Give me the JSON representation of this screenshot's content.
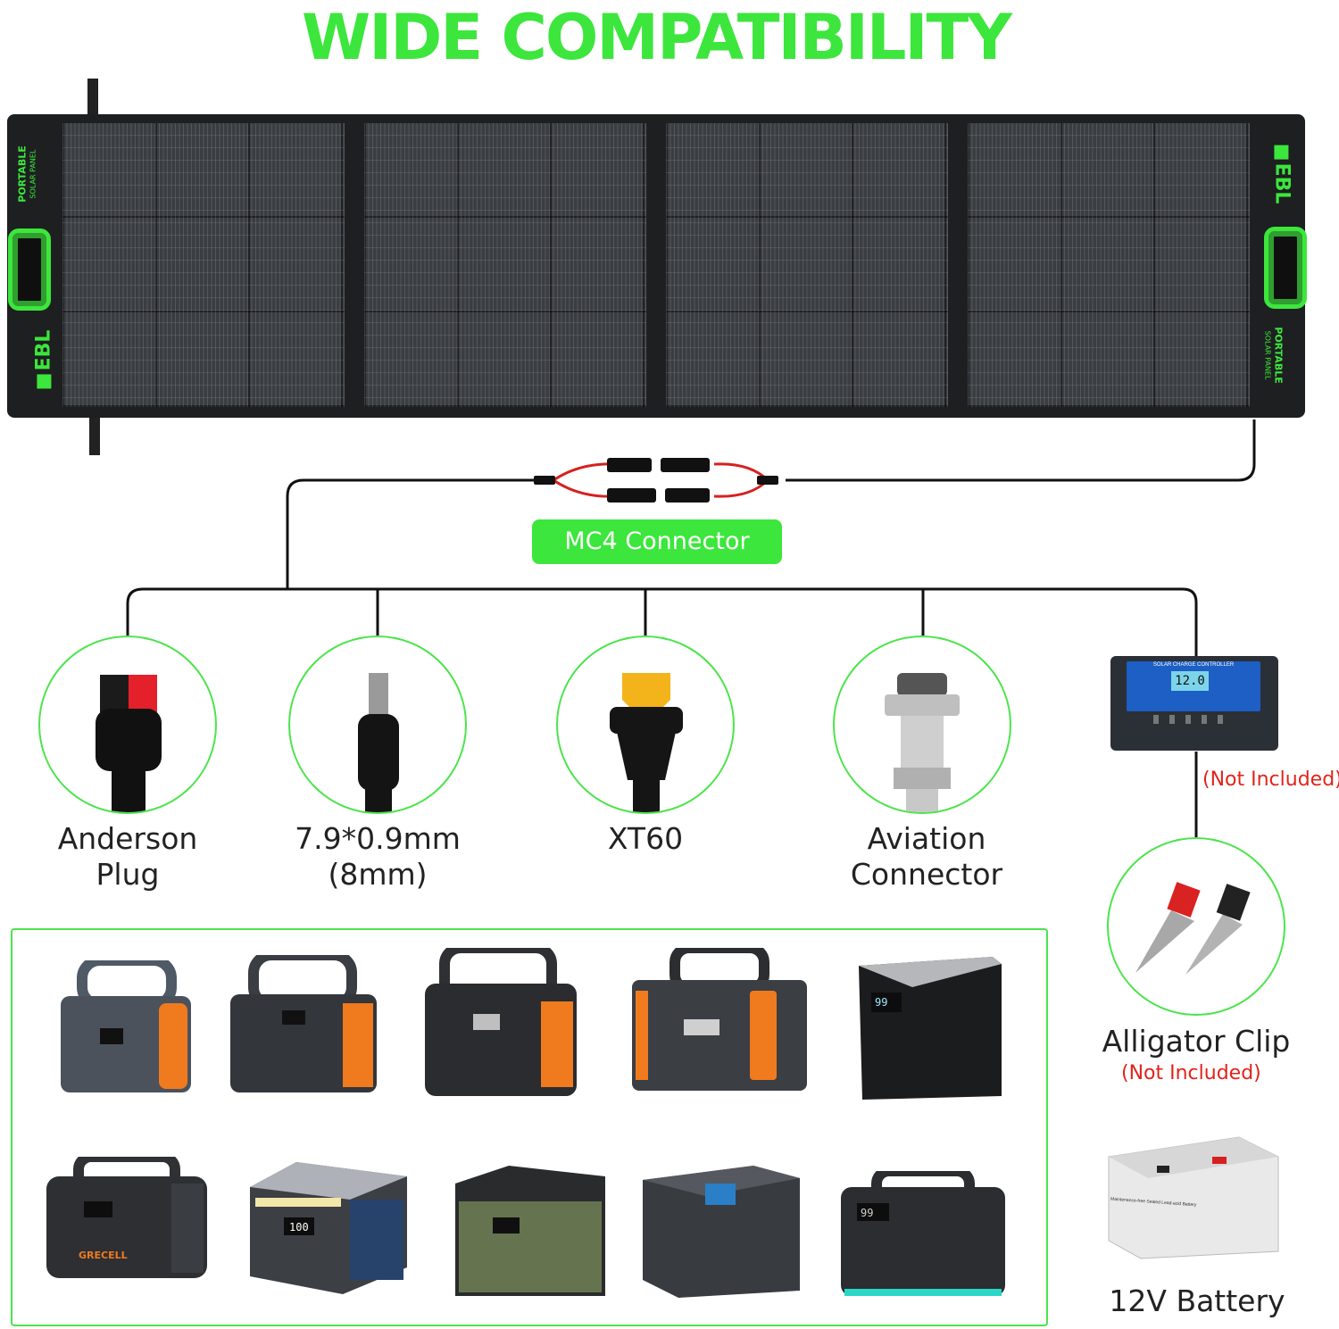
{
  "title": "WIDE COMPATIBILITY",
  "panel": {
    "brand": "EBL",
    "line1": "PORTABLE",
    "line2": "SOLAR PANEL"
  },
  "mc4_label": "MC4 Connector",
  "connectors": [
    {
      "line1": "Anderson",
      "line2": "Plug"
    },
    {
      "line1": "7.9*0.9mm",
      "line2": "(8mm)"
    },
    {
      "line1": "XT60",
      "line2": ""
    },
    {
      "line1": "Aviation",
      "line2": "Connector"
    }
  ],
  "controller": {
    "header": "SOLAR CHARGE CONTROLLER",
    "display": "12.0",
    "note": "(Not Included)"
  },
  "alligator": {
    "label": "Alligator Clip",
    "note": "(Not Included)"
  },
  "battery": {
    "label": "12V Battery",
    "sticker": "Maintenance-free Sealed Lead-acid Battery"
  },
  "stations": [
    {
      "display": ""
    },
    {
      "display": ""
    },
    {
      "display": ""
    },
    {
      "display": ""
    },
    {
      "display": "99"
    },
    {
      "display": "",
      "brand": "GRECELL"
    },
    {
      "display": "100"
    },
    {
      "display": ""
    },
    {
      "display": ""
    },
    {
      "display": "99"
    }
  ],
  "colors": {
    "accent_green": "#3ce63c",
    "note_red": "#e2231a",
    "panel_dark": "#1e1f21",
    "station_orange": "#f07a1e"
  }
}
